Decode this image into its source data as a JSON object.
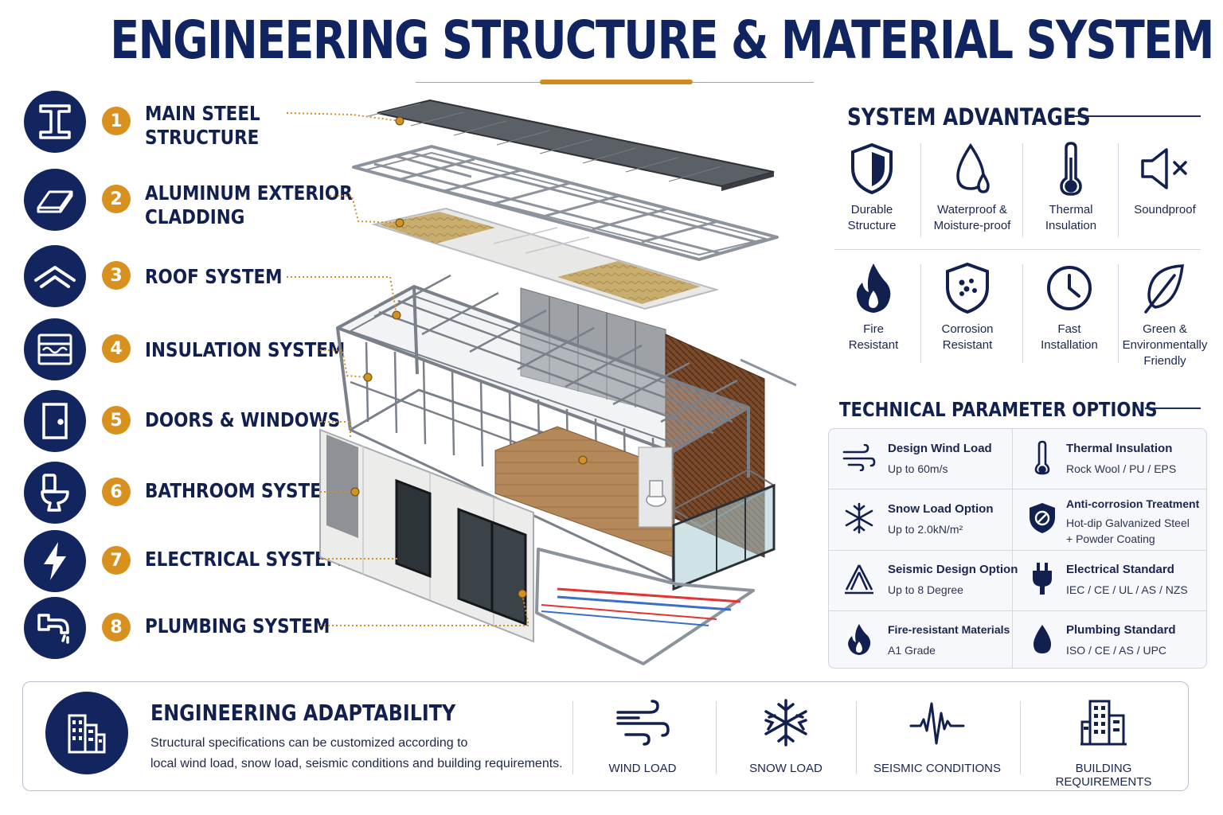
{
  "header": {
    "title": "ENGINEERING STRUCTURE & MATERIAL SYSTEM"
  },
  "components": [
    {
      "num": "1",
      "lines": [
        "MAIN STEEL",
        "STRUCTURE"
      ],
      "icon": "steel-beam-icon"
    },
    {
      "num": "2",
      "lines": [
        "ALUMINUM EXTERIOR",
        "CLADDING"
      ],
      "icon": "panel-icon"
    },
    {
      "num": "3",
      "lines": [
        "ROOF SYSTEM"
      ],
      "icon": "roof-icon"
    },
    {
      "num": "4",
      "lines": [
        "INSULATION SYSTEM"
      ],
      "icon": "insulation-icon"
    },
    {
      "num": "5",
      "lines": [
        "DOORS & WINDOWS"
      ],
      "icon": "door-icon"
    },
    {
      "num": "6",
      "lines": [
        "BATHROOM SYSTEM"
      ],
      "icon": "toilet-icon"
    },
    {
      "num": "7",
      "lines": [
        "ELECTRICAL SYSTEM"
      ],
      "icon": "lightning-icon"
    },
    {
      "num": "8",
      "lines": [
        "PLUMBING SYSTEM"
      ],
      "icon": "faucet-icon"
    }
  ],
  "advantages": {
    "title": "SYSTEM ADVANTAGES",
    "items": [
      {
        "lines": [
          "Durable",
          "Structure"
        ],
        "icon": "shield-icon"
      },
      {
        "lines": [
          "Waterproof &",
          "Moisture-proof"
        ],
        "icon": "droplet-icon"
      },
      {
        "lines": [
          "Thermal",
          "Insulation"
        ],
        "icon": "thermometer-icon"
      },
      {
        "lines": [
          "Soundproof"
        ],
        "icon": "speaker-mute-icon"
      },
      {
        "lines": [
          "Fire",
          "Resistant"
        ],
        "icon": "flame-icon"
      },
      {
        "lines": [
          "Corrosion",
          "Resistant"
        ],
        "icon": "shield-dots-icon"
      },
      {
        "lines": [
          "Fast",
          "Installation"
        ],
        "icon": "clock-icon"
      },
      {
        "lines": [
          "Green &",
          "Environmentally",
          "Friendly"
        ],
        "icon": "leaf-icon"
      }
    ]
  },
  "parameters": {
    "title": "TECHNICAL PARAMETER OPTIONS",
    "items": [
      {
        "title": "Design Wind Load",
        "values": [
          "Up to 60m/s"
        ],
        "icon": "wind-icon"
      },
      {
        "title": "Thermal Insulation",
        "values": [
          "Rock Wool / PU / EPS"
        ],
        "icon": "thermometer-icon"
      },
      {
        "title": "Snow Load Option",
        "values": [
          "Up to 2.0kN/m²"
        ],
        "icon": "snowflake-icon"
      },
      {
        "title": "Anti-corrosion Treatment",
        "values": [
          "Hot-dip Galvanized Steel",
          "+ Powder Coating"
        ],
        "icon": "shield-slash-icon"
      },
      {
        "title": "Seismic Design Option",
        "values": [
          "Up to 8 Degree"
        ],
        "icon": "seismic-icon"
      },
      {
        "title": "Electrical Standard",
        "values": [
          "IEC / CE / UL / AS / NZS"
        ],
        "icon": "plug-icon"
      },
      {
        "title": "Fire-resistant Materials",
        "values": [
          "A1 Grade"
        ],
        "icon": "flame-icon"
      },
      {
        "title": "Plumbing Standard",
        "values": [
          "ISO / CE / AS / UPC"
        ],
        "icon": "droplet-icon"
      }
    ]
  },
  "adaptability": {
    "title": "ENGINEERING ADAPTABILITY",
    "desc_lines": [
      "Structural specifications can be customized according to",
      "local wind load, snow load, seismic conditions and building requirements."
    ],
    "items": [
      {
        "label": "WIND LOAD",
        "icon": "wind-icon"
      },
      {
        "label": "SNOW LOAD",
        "icon": "snowflake-icon"
      },
      {
        "label": "SEISMIC CONDITIONS",
        "icon": "seismic-wave-icon"
      },
      {
        "label": "BUILDING REQUIREMENTS",
        "icon": "building-icon"
      }
    ]
  },
  "colors": {
    "navy": "#13255f",
    "accent": "#d8901f",
    "text": "#11204f"
  }
}
